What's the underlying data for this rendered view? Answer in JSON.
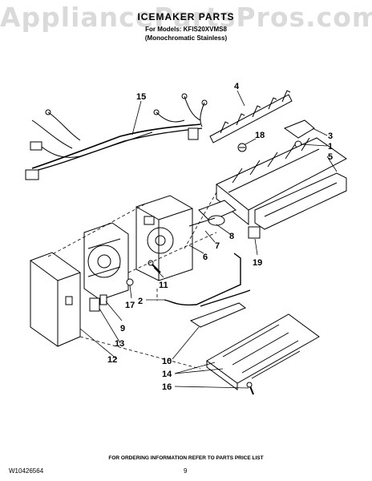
{
  "watermark": "AppliancePartsPros.com",
  "header": {
    "title": "ICEMAKER PARTS",
    "models": "For Models: KFIS20XVMS8",
    "variant": "(Monochromatic Stainless)"
  },
  "callouts": [
    "15",
    "4",
    "18",
    "3",
    "1",
    "5",
    "8",
    "7",
    "6",
    "19",
    "11",
    "2",
    "17",
    "9",
    "13",
    "12",
    "10",
    "14",
    "16"
  ],
  "footer": {
    "ordering": "FOR ORDERING INFORMATION REFER TO PARTS PRICE LIST",
    "doc_number": "W10426564",
    "page_number": "9"
  }
}
